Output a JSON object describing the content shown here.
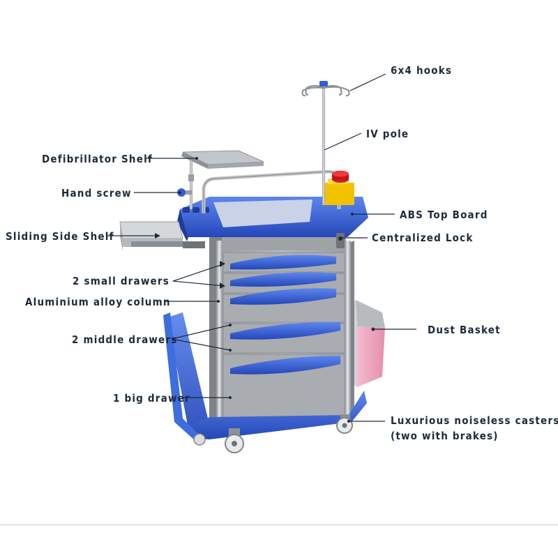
{
  "labels": {
    "hooks": "6x4 hooks",
    "iv_pole": "IV pole",
    "defib_shelf": "Defibrillator Shelf",
    "hand_screw": "Hand screw",
    "abs_top": "ABS Top Board",
    "side_shelf": "Sliding Side Shelf",
    "lock": "Centralized Lock",
    "small_drawers": "2 small drawers",
    "alu_column": "Aluminium alloy column",
    "dust_basket": "Dust Basket",
    "middle_drawers": "2 middle drawers",
    "big_drawer": "1 big drawer",
    "casters_line1": "Luxurious noiseless casters",
    "casters_line2": "(two with brakes)"
  },
  "colors": {
    "frame_blue": "#2f5fd6",
    "drawer_grey": "#a7aaad",
    "basket_pink": "#f1a7bf",
    "lock_yellow": "#f2c200",
    "lock_red": "#d21f1f",
    "text": "#1c2a3a"
  }
}
